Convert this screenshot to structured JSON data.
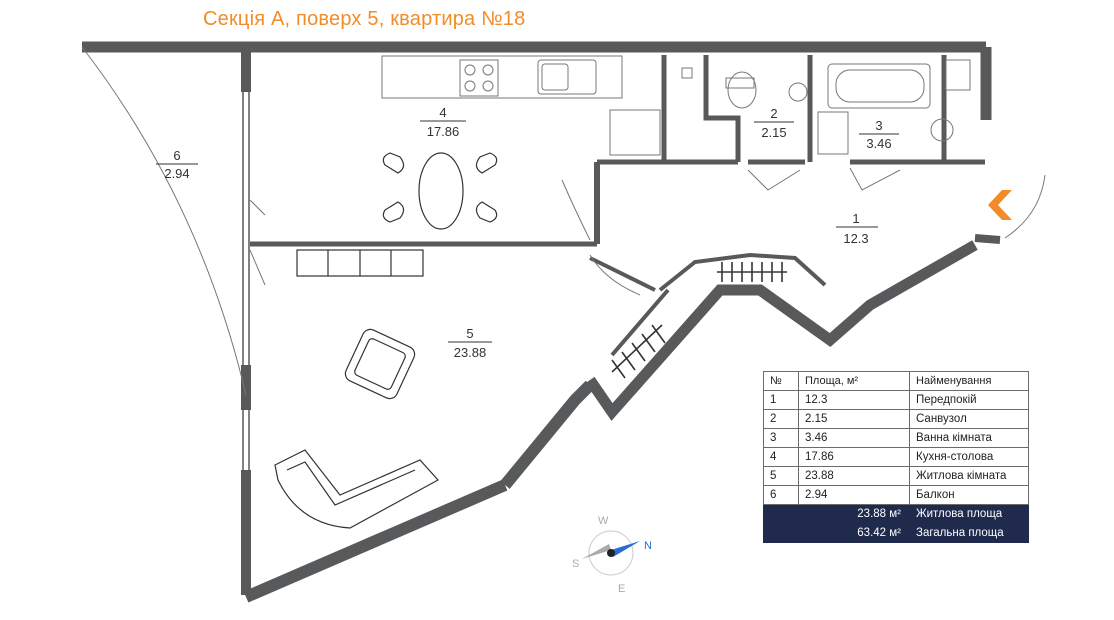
{
  "title": "Секція А, поверх 5, квартира №18",
  "rooms": [
    {
      "num": "1",
      "area": "12.3"
    },
    {
      "num": "2",
      "area": "2.15"
    },
    {
      "num": "3",
      "area": "3.46"
    },
    {
      "num": "4",
      "area": "17.86"
    },
    {
      "num": "5",
      "area": "23.88"
    },
    {
      "num": "6",
      "area": "2.94"
    }
  ],
  "table": {
    "headers": [
      "№",
      "Площа, м²",
      "Найменування"
    ],
    "rows": [
      {
        "n": "1",
        "area": "12.3",
        "name": "Передпокій"
      },
      {
        "n": "2",
        "area": "2.15",
        "name": "Санвузол"
      },
      {
        "n": "3",
        "area": "3.46",
        "name": "Ванна кімната"
      },
      {
        "n": "4",
        "area": "17.86",
        "name": "Кухня-столова"
      },
      {
        "n": "5",
        "area": "23.88",
        "name": "Житлова кімната"
      },
      {
        "n": "6",
        "area": "2.94",
        "name": "Балкон"
      }
    ],
    "summary": [
      {
        "value": "23.88 м²",
        "label": "Житлова площа"
      },
      {
        "value": "63.42 м²",
        "label": "Загальна площа"
      }
    ]
  },
  "compass": {
    "w": "W",
    "n": "N",
    "s": "S",
    "e": "E"
  },
  "colors": {
    "wall": "#58595b",
    "accent": "#f28c28",
    "table_footer": "#1f2a4d"
  }
}
